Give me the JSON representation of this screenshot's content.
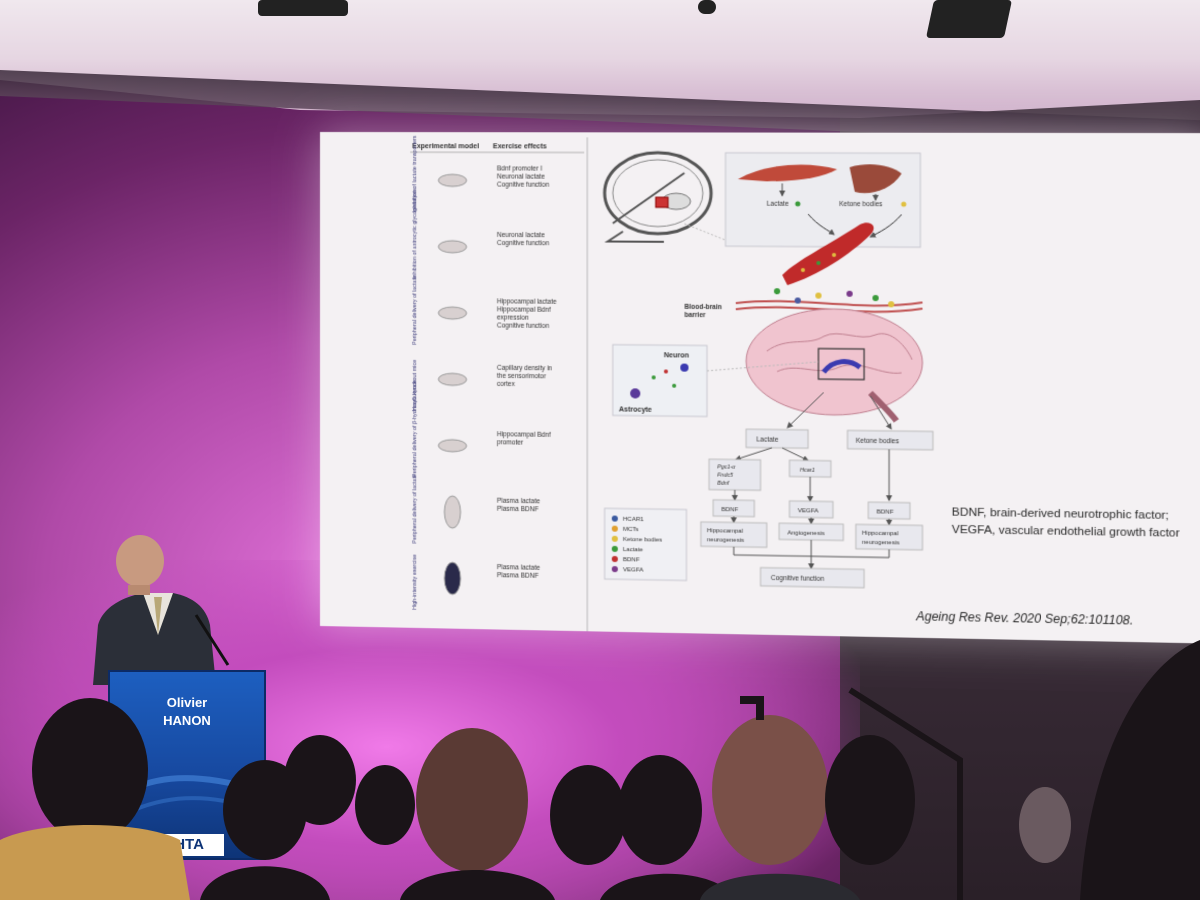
{
  "slide": {
    "figure_headers": [
      "Experimental model",
      "Exercise effects"
    ],
    "models": [
      {
        "label": "Inhibition of lactate transporters",
        "effects": [
          "Bdnf promoter I",
          "Neuronal lactate",
          "Cognitive function"
        ]
      },
      {
        "label": "Inhibition of astrocytic glycogenolysis",
        "effects": [
          "Neuronal lactate",
          "Cognitive function"
        ]
      },
      {
        "label": "Peripheral delivery of lactate",
        "effects": [
          "Hippocampal lactate",
          "Hippocampal Bdnf",
          "expression",
          "Cognitive function"
        ]
      },
      {
        "label": "Hcar1 knockout mice",
        "effects": [
          "Capillary density in",
          "the sensorimotor",
          "cortex"
        ]
      },
      {
        "label": "Peripheral delivery of β-hydroxybutyrate",
        "effects": [
          "Hippocampal Bdnf",
          "promoter"
        ]
      },
      {
        "label": "Peripheral delivery of lactate",
        "effects": [
          "Plasma lactate",
          "Plasma BDNF"
        ]
      },
      {
        "label": "High-intensity exercise",
        "effects": [
          "Plasma lactate",
          "Plasma BDNF"
        ]
      }
    ],
    "pathway": {
      "organ_labels": [
        "Lactate",
        "Ketone bodies"
      ],
      "barrier_label": [
        "Blood-brain",
        "barrier"
      ],
      "inset_labels": [
        "Neuron",
        "Astrocyte"
      ],
      "nodes": {
        "lactate": "Lactate",
        "ketone": "Ketone bodies",
        "genes": [
          "Pgc1-α",
          "Fndc5",
          "Bdnf"
        ],
        "hcar1": "Hcar1",
        "bdnf_left": "BDNF",
        "vegfa": "VEGFA",
        "bdnf_right": "BDNF",
        "neuro_left": [
          "Hippocampal",
          "neurogenesis"
        ],
        "angio": "Angiogenesis",
        "neuro_right": [
          "Hippocampal",
          "neurogenesis"
        ],
        "cognitive": "Cognitive function"
      },
      "legend": [
        "HCAR1",
        "MCTs",
        "Ketone bodies",
        "Lactate",
        "BDNF",
        "VEGFA"
      ]
    },
    "abbreviations": [
      "BDNF, brain-derived neurotrophic factor;",
      "VEGFA, vascular endothelial growth factor"
    ],
    "citation": "Ageing Res Rev. 2020 Sep;62:101108."
  },
  "podium": {
    "name_first": "Olivier",
    "name_last": "HANON",
    "logo": "IHTA"
  },
  "colors": {
    "wall_magenta": "#c34cbd",
    "podium_blue": "#1749a0",
    "slide_bg": "#f4f1f3",
    "brain_pink": "#f0c4cf"
  }
}
